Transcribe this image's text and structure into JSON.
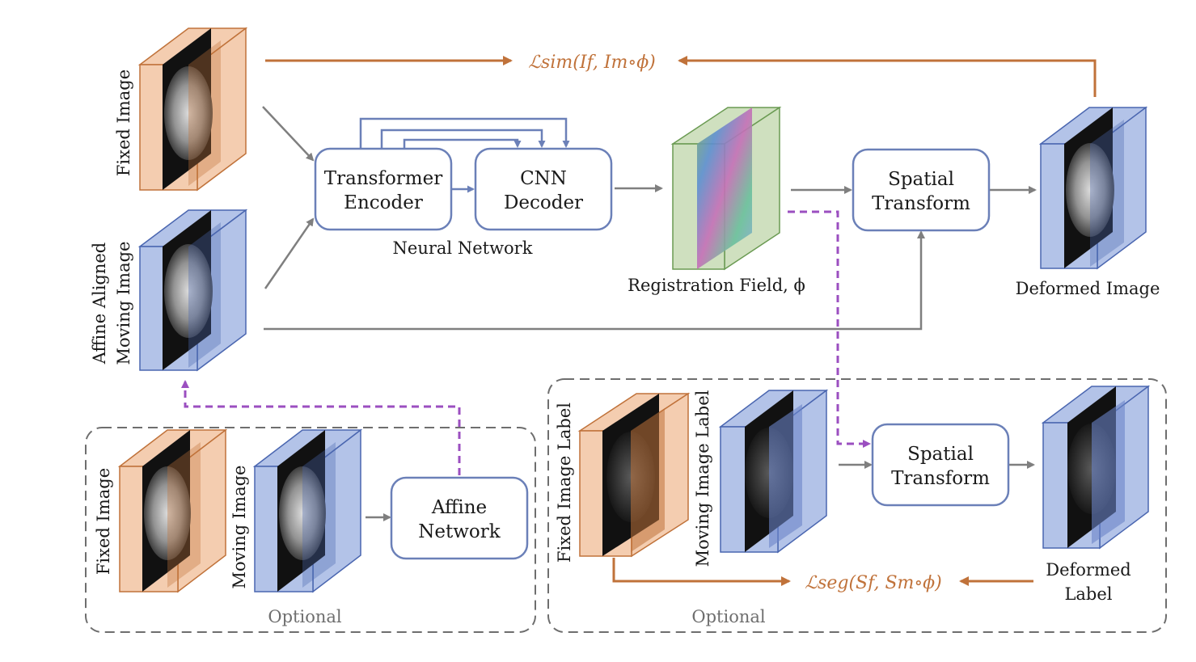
{
  "colors": {
    "orange": "#c0723a",
    "blue_box": "#6b80b8",
    "purple": "#9b4fc0",
    "gray_arrow": "#7f7f7f",
    "dashed_border": "#6e6e6e",
    "orange_fill": "#f4cdb0",
    "blue_fill": "#b3c3e8",
    "green_fill": "#cfe0bf"
  },
  "losses": {
    "sim": "ℒsim(If, Im∘ϕ)",
    "seg": "ℒseg(Sf, Sm∘ϕ)"
  },
  "boxes": {
    "transformer_encoder": [
      "Transformer",
      "Encoder"
    ],
    "cnn_decoder": [
      "CNN",
      "Decoder"
    ],
    "spatial_transform_top": [
      "Spatial",
      "Transform"
    ],
    "spatial_transform_bottom": [
      "Spatial",
      "Transform"
    ],
    "affine_network": [
      "Affine",
      "Network"
    ]
  },
  "labels": {
    "neural_network": "Neural Network",
    "registration_field": "Registration Field, ϕ",
    "deformed_image": "Deformed Image",
    "deformed_label": [
      "Deformed",
      "Label"
    ],
    "fixed_image_top": "Fixed Image",
    "affine_moving": [
      "Affine Aligned",
      "Moving Image"
    ],
    "fixed_image_bottom": "Fixed Image",
    "moving_image_bottom": "Moving Image",
    "fixed_image_label": "Fixed Image Label",
    "moving_image_label": "Moving Image Label",
    "optional_left": "Optional",
    "optional_right": "Optional"
  },
  "volume_icons": [
    "fixed-image-volume",
    "moving-image-volume",
    "registration-field-volume",
    "deformed-image-volume",
    "fixed-image-small-volume",
    "moving-image-small-volume",
    "fixed-label-volume",
    "moving-label-volume",
    "deformed-label-volume"
  ]
}
